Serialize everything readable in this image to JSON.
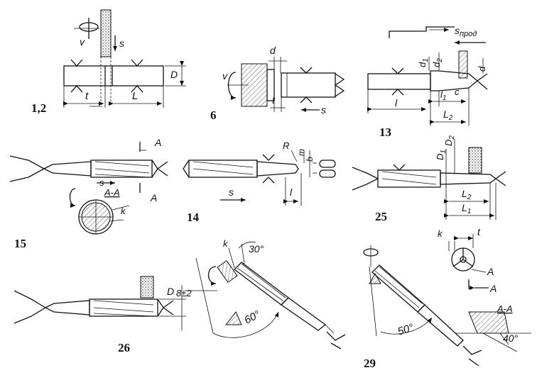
{
  "figures": [
    {
      "id": "fig-1-2",
      "number": "1,2",
      "labels": {
        "v": "v",
        "s": "s",
        "t": "t",
        "L": "L",
        "D": "D"
      }
    },
    {
      "id": "fig-6",
      "number": "6",
      "labels": {
        "v": "v",
        "d": "d",
        "t": "t",
        "s": "s"
      }
    },
    {
      "id": "fig-13",
      "number": "13",
      "labels": {
        "s_prod": "s",
        "s_prod_sub": "прод",
        "d1": "d",
        "d1_sub": "1",
        "d2": "d",
        "d2_sub": "2",
        "d": "d",
        "l": "l",
        "l1": "l",
        "l1_sub": "1",
        "c": "c",
        "L2": "L",
        "L2_sub": "2"
      }
    },
    {
      "id": "fig-15",
      "number": "15",
      "labels": {
        "A_top": "A",
        "A_bottom": "A",
        "s": "s",
        "section": "A-A",
        "k": "k"
      }
    },
    {
      "id": "fig-14",
      "number": "14",
      "labels": {
        "R": "R",
        "m": "m",
        "b": "b",
        "l": "l",
        "s": "s"
      }
    },
    {
      "id": "fig-25",
      "number": "25",
      "labels": {
        "D1": "D",
        "D1_sub": "1",
        "D2": "D",
        "D2_sub": "2",
        "L2": "L",
        "L2_sub": "2",
        "L1": "L",
        "L1_sub": "1"
      }
    },
    {
      "id": "fig-26",
      "number": "26",
      "labels": {
        "D": "D"
      }
    },
    {
      "id": "fig-28",
      "number": "",
      "labels": {
        "k": "k",
        "angle_top": "30°",
        "tol": "8±2",
        "angle_bottom": "60°"
      }
    },
    {
      "id": "fig-29",
      "number": "29",
      "labels": {
        "k": "k",
        "t": "t",
        "A_right": "A",
        "A_bottom": "A",
        "angle": "50°",
        "section": "A-A",
        "angle_section": "40°"
      }
    }
  ]
}
